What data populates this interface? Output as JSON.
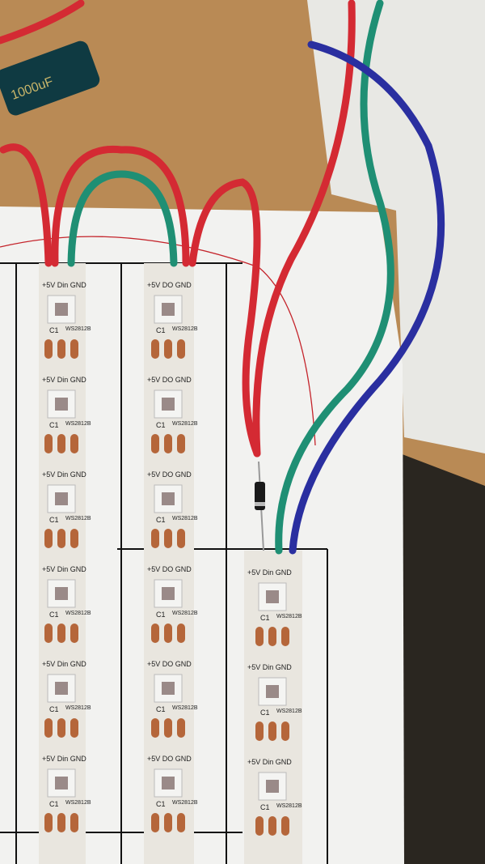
{
  "capacitor": {
    "label": "1000uF"
  },
  "strip_labels": {
    "input": "+5V Din GND",
    "output": "+5V DO GND",
    "chip": "WS2812B",
    "cap": "C1"
  },
  "colors": {
    "wood": "#b98a55",
    "paper": "#f2f2f0",
    "strip": "#e9e6df",
    "pad": "#b5663a",
    "red": "#d42a33",
    "green": "#1f8f74",
    "blue": "#2a2fa0",
    "black": "#111111"
  }
}
